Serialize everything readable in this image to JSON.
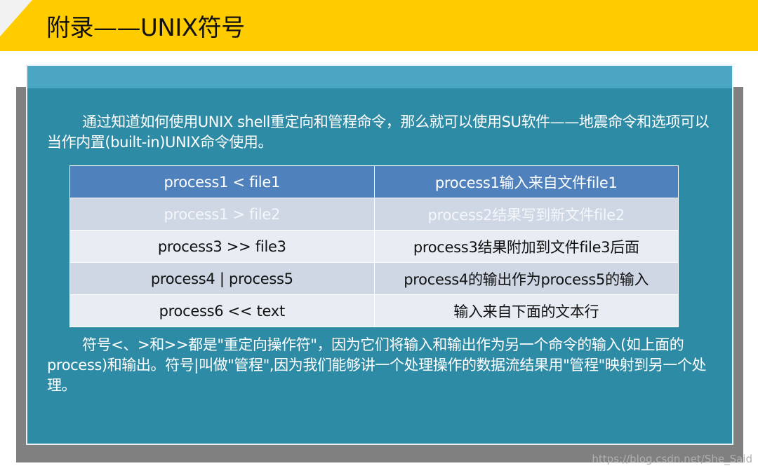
{
  "slide": {
    "title": "附录——UNIX符号"
  },
  "content": {
    "paragraph1": "通过知道如何使用UNIX shell重定向和管程命令，那么就可以使用SU软件——地震命令和选项可以当作内置(built-in)UNIX命令使用。",
    "table": {
      "rows": [
        [
          "process1 < file1",
          "process1输入来自文件file1"
        ],
        [
          "process1 > file2",
          "process2结果写到新文件file2"
        ],
        [
          "process3 >> file3",
          "process3结果附加到文件file3后面"
        ],
        [
          "process4 | process5",
          "process4的输出作为process5的输入"
        ],
        [
          "process6 << text",
          "输入来自下面的文本行"
        ]
      ]
    },
    "paragraph2": "符号<、>和>>都是\"重定向操作符\"，因为它们将输入和输出作为另一个命令的输入(如上面的process)和输出。符号|叫做\"管程\",因为我们能够讲一个处理操作的数据流结果用\"管程\"映射到另一个处理。"
  },
  "watermark": "https://blog.csdn.net/She_Said",
  "colors": {
    "title_bar": "#FFCC00",
    "panel": "#2E8BA6",
    "panel_header": "#4AA6C2",
    "table_header": "#4F81BD",
    "table_row_dark": "#CFD7E5",
    "table_row_light": "#E8EDF4"
  }
}
